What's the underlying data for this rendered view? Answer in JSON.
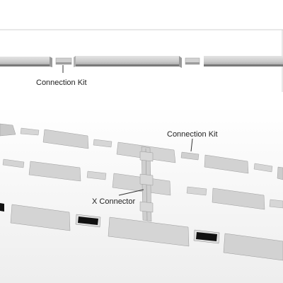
{
  "top_view": {
    "connection_kit_label": "Connection Kit"
  },
  "bottom_view": {
    "connection_kit_label": "Connection Kit",
    "x_connector_label": "X Connector"
  },
  "colors": {
    "rail_light": "#d6d6d6",
    "rail_mid": "#bdbdbd",
    "rail_dark": "#8e8e8e",
    "rail_shadow": "#6f6f6f",
    "floor": "#f2f2f2",
    "black_module": "#111111",
    "leader_line": "#333333"
  }
}
